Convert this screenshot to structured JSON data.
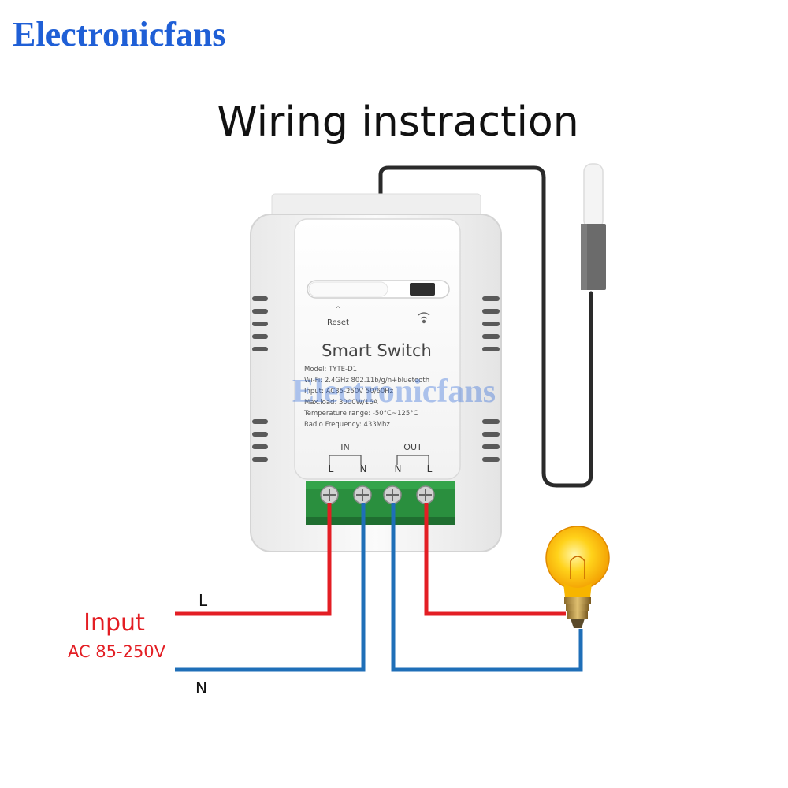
{
  "brand": {
    "name": "Electronicfans",
    "color": "#1f5fd6"
  },
  "title": "Wiring instraction",
  "device": {
    "name": "Smart Switch",
    "specs": [
      "Model: TYTE-D1",
      "Wi-Fi: 2.4GHz 802.11b/g/n+bluetooth",
      "Input: AC85-250V 50/60Hz",
      "Max.load: 3000W/16A",
      "Temperature range: -50°C~125°C",
      "Radio Frequency: 433Mhz"
    ],
    "reset_label": "Reset",
    "watermark": "Electronicfans",
    "in_group": "IN",
    "out_group": "OUT",
    "terminals": [
      "L",
      "N",
      "N",
      "L"
    ]
  },
  "wiring": {
    "input_label": "Input",
    "input_voltage": "AC 85-250V",
    "live_label": "L",
    "neutral_label": "N",
    "live_color": "#e31e24",
    "neutral_color": "#1f6fb8"
  },
  "icons": [
    "bulb-icon",
    "wifi-icon",
    "temperature-probe-icon"
  ]
}
